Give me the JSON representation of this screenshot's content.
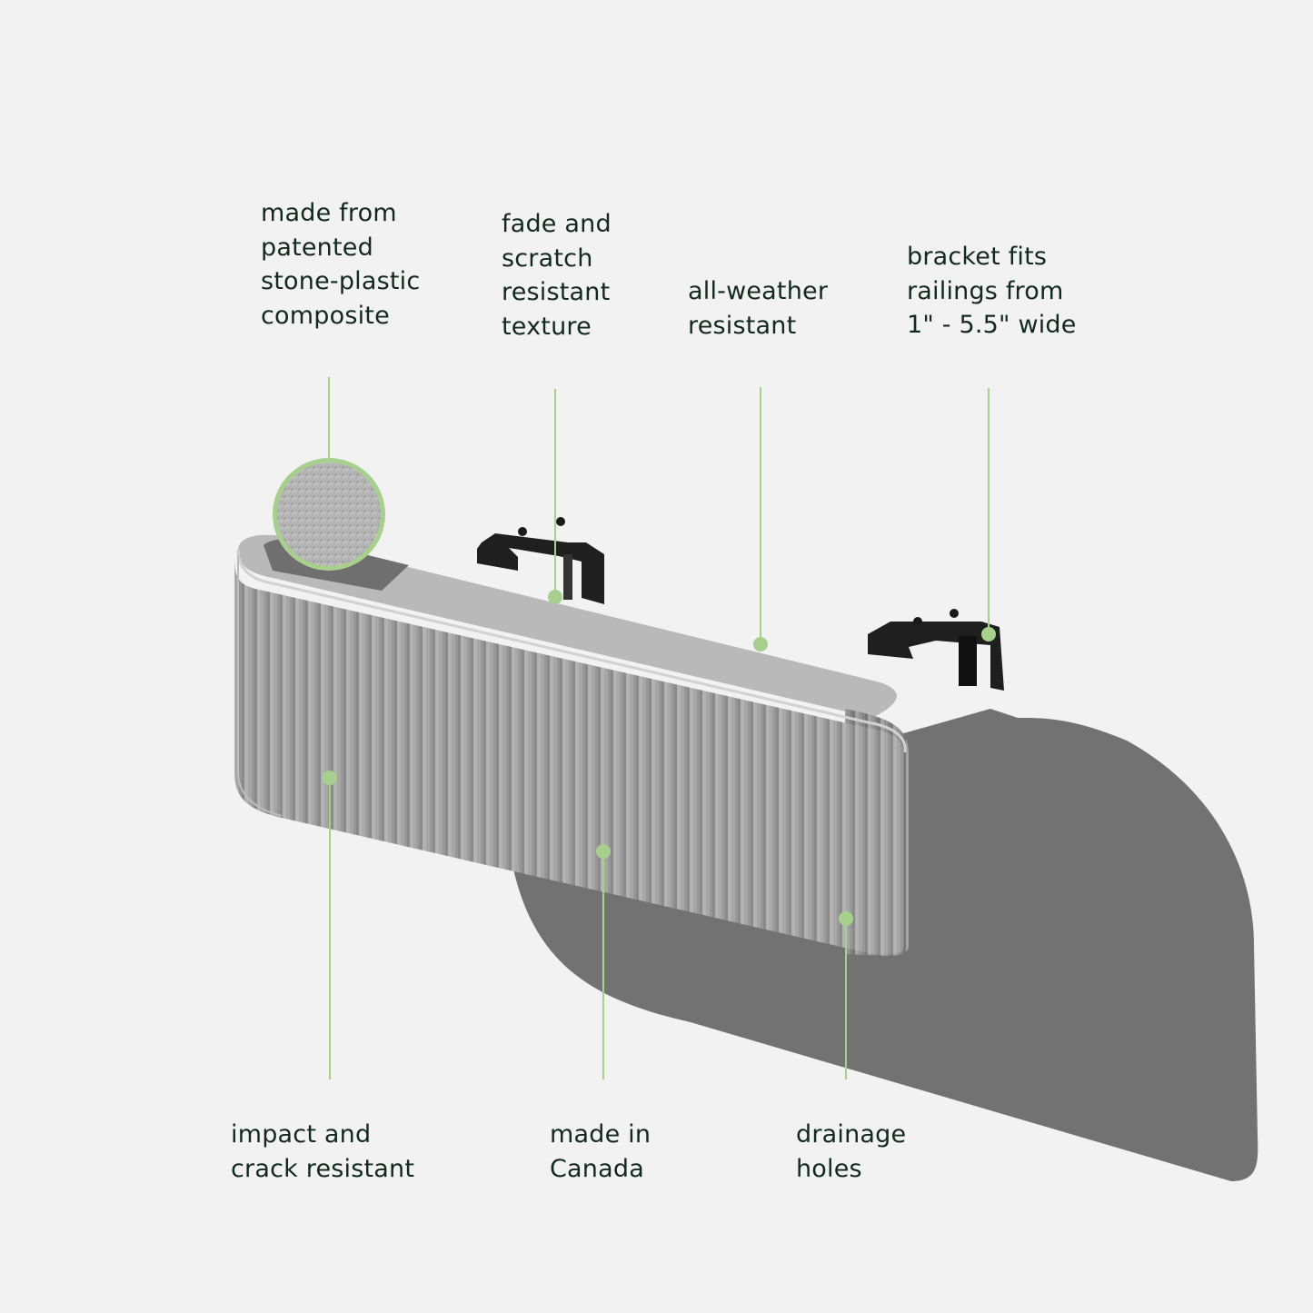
{
  "colors": {
    "background": "#f2f2f2",
    "text": "#12291f",
    "callout_green": "#a8d08d",
    "planter_body": "#a3a3a3",
    "planter_inner": "#b9b9b9",
    "shadow": "#727272",
    "bracket": "#1f1f1f"
  },
  "features_top": [
    {
      "id": "material",
      "lines": [
        "made from",
        "patented",
        "stone-plastic",
        "composite"
      ]
    },
    {
      "id": "texture",
      "lines": [
        "fade and",
        "scratch",
        "resistant",
        "texture"
      ]
    },
    {
      "id": "weather",
      "lines": [
        "all-weather",
        "resistant"
      ]
    },
    {
      "id": "bracket",
      "lines": [
        "bracket fits",
        "railings from",
        "1\" - 5.5\" wide"
      ]
    }
  ],
  "features_bottom": [
    {
      "id": "impact",
      "lines": [
        "impact and",
        "crack resistant"
      ]
    },
    {
      "id": "origin",
      "lines": [
        "made in",
        "Canada"
      ]
    },
    {
      "id": "drainage",
      "lines": [
        "drainage",
        "holes"
      ]
    }
  ],
  "icons": {
    "texture_swatch": "stone-texture-swatch-icon",
    "callout_dot": "callout-dot-icon"
  }
}
